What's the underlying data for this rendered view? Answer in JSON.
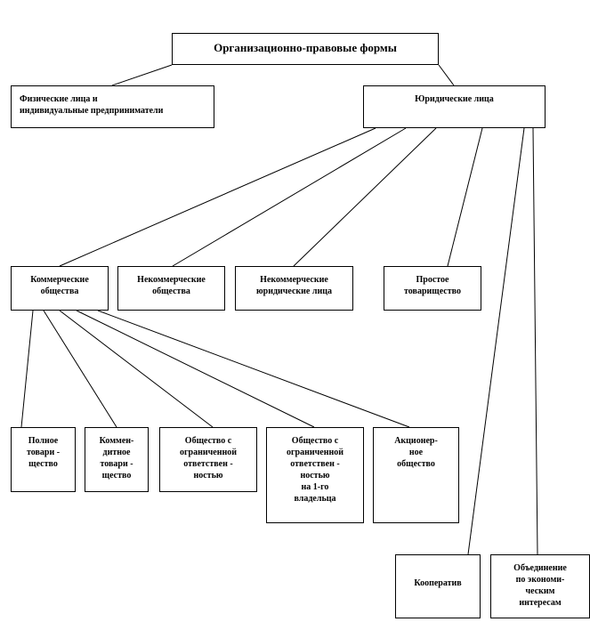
{
  "nodes": {
    "root": "Организационно-правовые формы",
    "individuals": "Физические лица и\nиндивидуальные предприниматели",
    "legal_entities": "Юридические лица",
    "commercial_societies": "Коммерческие\nобщества",
    "noncommercial_societies": "Некоммерческие\nобщества",
    "noncommercial_legal": "Некоммерческие\nюридические лица",
    "simple_partnership": "Простое\nтоварищество",
    "full_partnership": "Полное\nтовари -\nщество",
    "limited_partnership": "Коммен-\nдитное\nтовари -\nщество",
    "llc": "Общество с\nограниченной\nответствен -\nностью",
    "llc_sole": "Общество с\nограниченной\nответствен -\nностью\nна 1-го\nвладельца",
    "joint_stock": "Акционер-\nное\nобщество",
    "cooperative": "Кооператив",
    "association": "Объединение\nпо экономи-\nческим\nинтересам"
  }
}
